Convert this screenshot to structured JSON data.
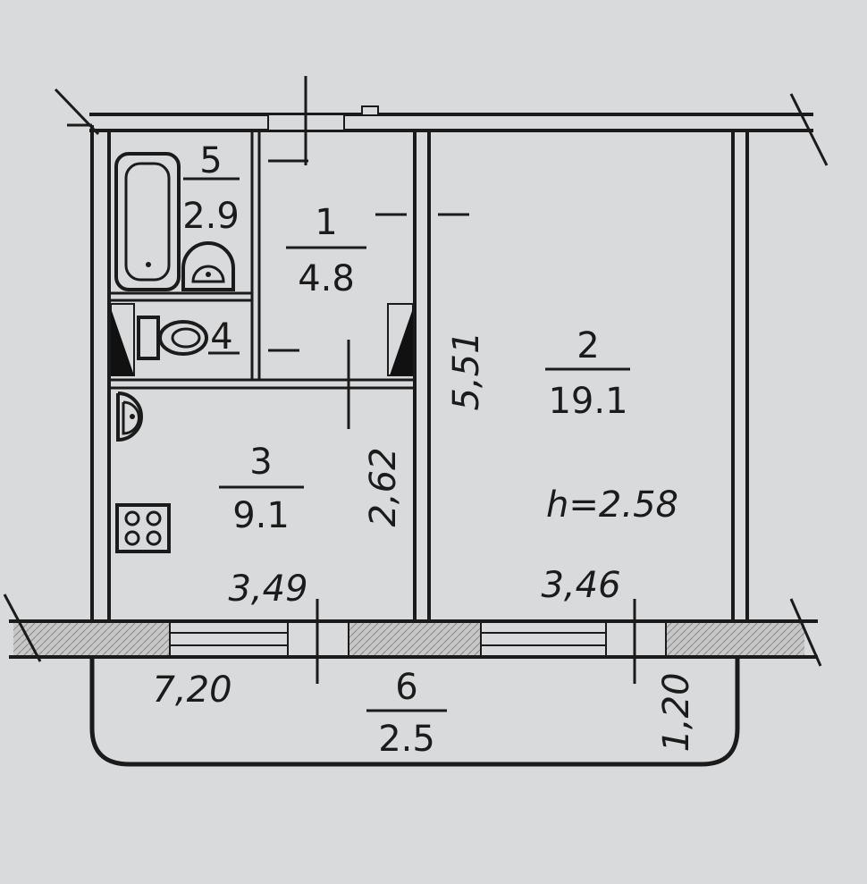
{
  "rooms": [
    {
      "number": "1",
      "area": "4.8"
    },
    {
      "number": "2",
      "area": "19.1"
    },
    {
      "number": "3",
      "area": "9.1"
    },
    {
      "number": "4",
      "area": ""
    },
    {
      "number": "5",
      "area": "2.9"
    },
    {
      "number": "6",
      "area": "2.5"
    }
  ],
  "dimensions": {
    "corridor_height": "5,51",
    "kitchen_height": "2,62",
    "kitchen_width": "3,49",
    "living_width": "3,46",
    "total_width": "7,20",
    "balcony_depth": "1,20"
  },
  "ceiling_height": "h=2.58"
}
